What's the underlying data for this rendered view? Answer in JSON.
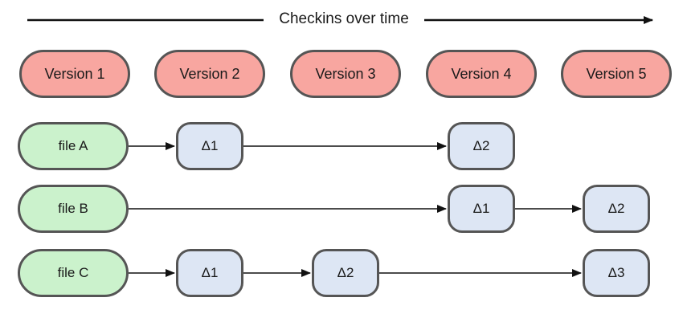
{
  "header": {
    "title": "Checkins over time"
  },
  "versions": [
    {
      "label": "Version 1"
    },
    {
      "label": "Version 2"
    },
    {
      "label": "Version 3"
    },
    {
      "label": "Version 4"
    },
    {
      "label": "Version 5"
    }
  ],
  "files": [
    {
      "label": "file A",
      "deltas": [
        {
          "label": "Δ1",
          "version": 2
        },
        {
          "label": "Δ2",
          "version": 4
        }
      ]
    },
    {
      "label": "file B",
      "deltas": [
        {
          "label": "Δ1",
          "version": 4
        },
        {
          "label": "Δ2",
          "version": 5
        }
      ]
    },
    {
      "label": "file C",
      "deltas": [
        {
          "label": "Δ1",
          "version": 2
        },
        {
          "label": "Δ2",
          "version": 3
        },
        {
          "label": "Δ3",
          "version": 5
        }
      ]
    }
  ],
  "colors": {
    "version_fill": "#f8a6a0",
    "file_fill": "#cbf2cc",
    "delta_fill": "#dde6f4",
    "outline": "#555555",
    "arrow": "#111111"
  }
}
